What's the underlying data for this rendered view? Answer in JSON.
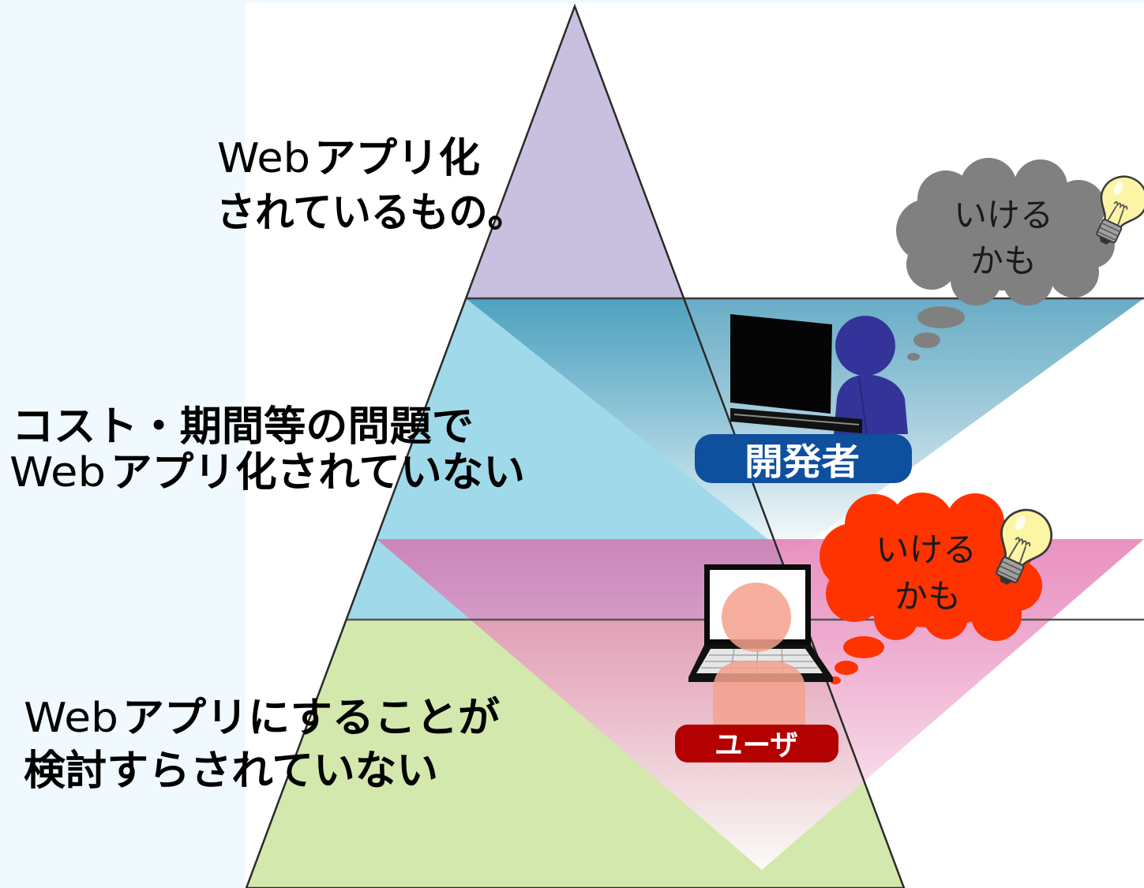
{
  "pyramid": {
    "tiers": [
      {
        "color": "#c9bfde",
        "label": {
          "line1": {
            "prefix": "Web",
            "text": "アプリ化"
          },
          "line2": {
            "text": "されているもの。"
          }
        }
      },
      {
        "color": "#a0d9ea",
        "label": {
          "line1": {
            "text": "コスト・期間等の問題で"
          },
          "line2": {
            "prefix": "Web",
            "text": "アプリ化されていない"
          }
        }
      },
      {
        "color": "#d3e8ac",
        "label": {
          "line1": {
            "prefix": "Web",
            "text": "アプリにすることが"
          },
          "line2": {
            "text": "検討すらされていない"
          }
        }
      }
    ]
  },
  "actors": {
    "developer": {
      "label": "開発者",
      "label_color": "#0e4f9e",
      "figure_color": "#333399",
      "bubble_color": "#808080",
      "spotlight_color": "#2f8db0",
      "thought": {
        "line1": "いける",
        "line2": "かも"
      }
    },
    "user": {
      "label": "ユーザ",
      "label_color": "#b30000",
      "figure_color": "#f4a18d",
      "bubble_color": "#ff3300",
      "spotlight_color": "#df5ea3",
      "thought": {
        "line1": "いける",
        "line2": "かも"
      }
    }
  },
  "icons": {
    "developer_device": "monitor-icon",
    "user_device": "laptop-icon",
    "idea": "light-bulb-icon",
    "person": "person-icon"
  }
}
